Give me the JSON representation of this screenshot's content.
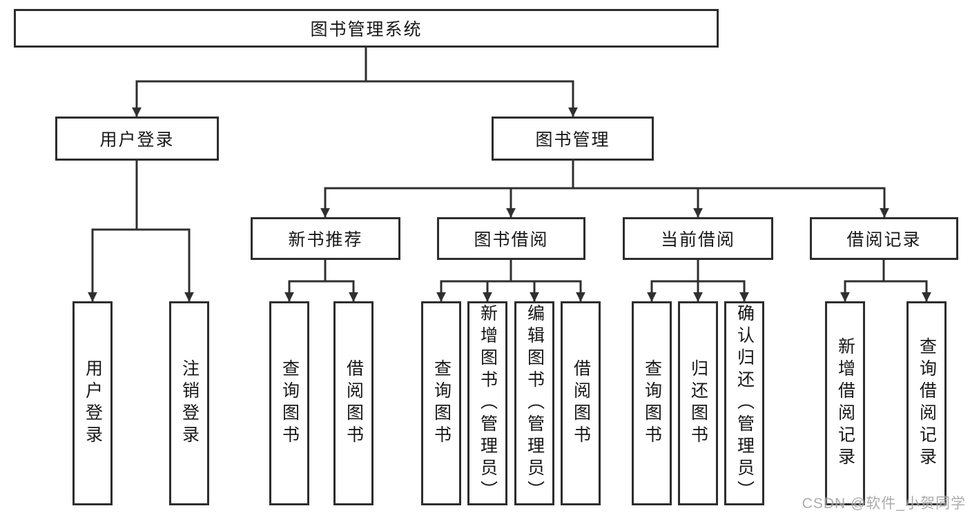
{
  "nodes": {
    "root": "图书管理系统",
    "user_login": "用户登录",
    "book_mgmt": "图书管理",
    "new_book_rec": "新书推荐",
    "book_borrow": "图书借阅",
    "current_borrow": "当前借阅",
    "borrow_record": "借阅记录",
    "ul_login": "用户登录",
    "ul_logout": "注销登录",
    "nb_query": "查询图书",
    "nb_borrow": "借阅图书",
    "bb_query": "查询图书",
    "bb_add": "新增图书（管理员）",
    "bb_edit": "编辑图书（管理员）",
    "bb_borrow": "借阅图书",
    "cb_query": "查询图书",
    "cb_return": "归还图书",
    "cb_confirm": "确认归还（管理员）",
    "br_add": "新增借阅记录",
    "br_query": "查询借阅记录"
  },
  "structure": {
    "图书管理系统": [
      "用户登录",
      "图书管理"
    ],
    "用户登录": [
      "用户登录",
      "注销登录"
    ],
    "图书管理": [
      "新书推荐",
      "图书借阅",
      "当前借阅",
      "借阅记录"
    ],
    "新书推荐": [
      "查询图书",
      "借阅图书"
    ],
    "图书借阅": [
      "查询图书",
      "新增图书（管理员）",
      "编辑图书（管理员）",
      "借阅图书"
    ],
    "当前借阅": [
      "查询图书",
      "归还图书",
      "确认归还（管理员）"
    ],
    "借阅记录": [
      "新增借阅记录",
      "查询借阅记录"
    ]
  },
  "colors": {
    "line": "#2f2f2f",
    "border": "#2d2d2d",
    "text": "#171717",
    "watermark": "#9d9d9d"
  },
  "watermark": "CSDN @软件_小贺同学"
}
